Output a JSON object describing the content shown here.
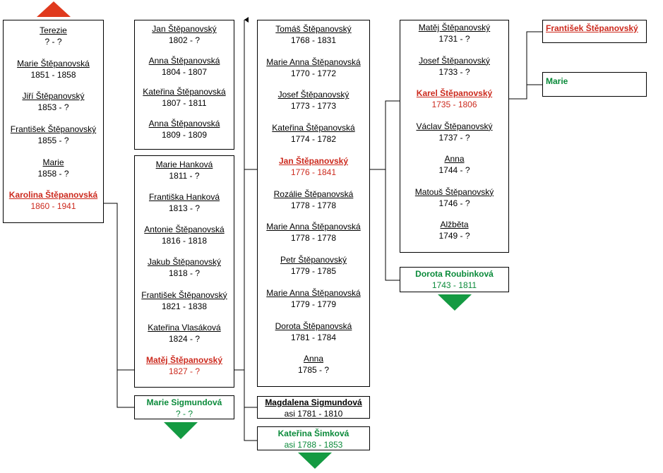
{
  "col1": [
    {
      "name": "Terezie",
      "dates": "? - ?"
    },
    {
      "name": "Marie Štěpanovská",
      "dates": "1851 - 1858"
    },
    {
      "name": "Jiří Štěpanovský",
      "dates": "1853 - ?"
    },
    {
      "name": "František Štěpanovský",
      "dates": "1855 - ?"
    },
    {
      "name": "Marie",
      "dates": "1858 - ?"
    },
    {
      "name": "Karolina Štěpanovská",
      "dates": "1860 - 1941",
      "highlight": true
    }
  ],
  "col2a": [
    {
      "name": "Jan Štěpanovský",
      "dates": "1802 - ?"
    },
    {
      "name": "Anna Štěpanovská",
      "dates": "1804 - 1807"
    },
    {
      "name": "Kateřina Štěpanovská",
      "dates": "1807 - 1811"
    },
    {
      "name": "Anna Štěpanovská",
      "dates": "1809 - 1809"
    }
  ],
  "col2b": [
    {
      "name": "Marie Hanková",
      "dates": "1811 - ?"
    },
    {
      "name": "Františka Hanková",
      "dates": "1813 - ?"
    },
    {
      "name": "Antonie Štěpanovská",
      "dates": "1816 - 1818"
    },
    {
      "name": "Jakub Štěpanovský",
      "dates": "1818 - ?"
    },
    {
      "name": "František Štěpanovský",
      "dates": "1821 - 1838"
    },
    {
      "name": "Kateřina Vlasáková",
      "dates": "1824 - ?"
    },
    {
      "name": "Matěj Štěpanovský",
      "dates": "1827 - ?",
      "highlight": true
    }
  ],
  "col2spouse": {
    "name": "Marie Sigmundová",
    "dates": "? - ?"
  },
  "col3": [
    {
      "name": "Tomáš Štěpanovský",
      "dates": "1768 - 1831"
    },
    {
      "name": "Marie Anna Štěpanovská",
      "dates": "1770 - 1772"
    },
    {
      "name": "Josef Štěpanovský",
      "dates": "1773 - 1773"
    },
    {
      "name": "Kateřina Štěpanovská",
      "dates": "1774 - 1782"
    },
    {
      "name": "Jan Štěpanovský",
      "dates": "1776 - 1841",
      "highlight": true
    },
    {
      "name": "Rozálie Štěpanovská",
      "dates": "1778 - 1778"
    },
    {
      "name": "Marie Anna Štěpanovská",
      "dates": "1778 - 1778"
    },
    {
      "name": "Petr Štěpanovský",
      "dates": "1779 - 1785"
    },
    {
      "name": "Marie Anna Štěpanovská",
      "dates": "1779 - 1779"
    },
    {
      "name": "Dorota Štěpanovská",
      "dates": "1781 - 1784"
    },
    {
      "name": "Anna",
      "dates": "1785 - ?"
    }
  ],
  "col3spouse1": {
    "name": "Magdalena Sigmundová",
    "dates": "asi 1781 - 1810"
  },
  "col3spouse2": {
    "name": "Kateřina Šimková",
    "dates": "asi 1788 - 1853"
  },
  "col4": [
    {
      "name": "Matěj Štěpanovský",
      "dates": "1731 - ?"
    },
    {
      "name": "Josef Štěpanovský",
      "dates": "1733 - ?"
    },
    {
      "name": "Karel Štěpanovský",
      "dates": "1735 - 1806",
      "highlight": true
    },
    {
      "name": "Václav Štěpanovský",
      "dates": "1737 - ?"
    },
    {
      "name": "Anna",
      "dates": "1744 - ?"
    },
    {
      "name": "Matouš Štěpanovský",
      "dates": "1746 - ?"
    },
    {
      "name": "Alžběta",
      "dates": "1749 - ?"
    }
  ],
  "col4spouse": {
    "name": "Dorota Roubinková",
    "dates": "1743 - 1811"
  },
  "parents": {
    "father": "František Štěpanovský",
    "mother": "Marie"
  },
  "colors": {
    "highlight": "#cc2a1e",
    "spouse": "#0a8a3a",
    "arrow": "#cc2a1e"
  }
}
